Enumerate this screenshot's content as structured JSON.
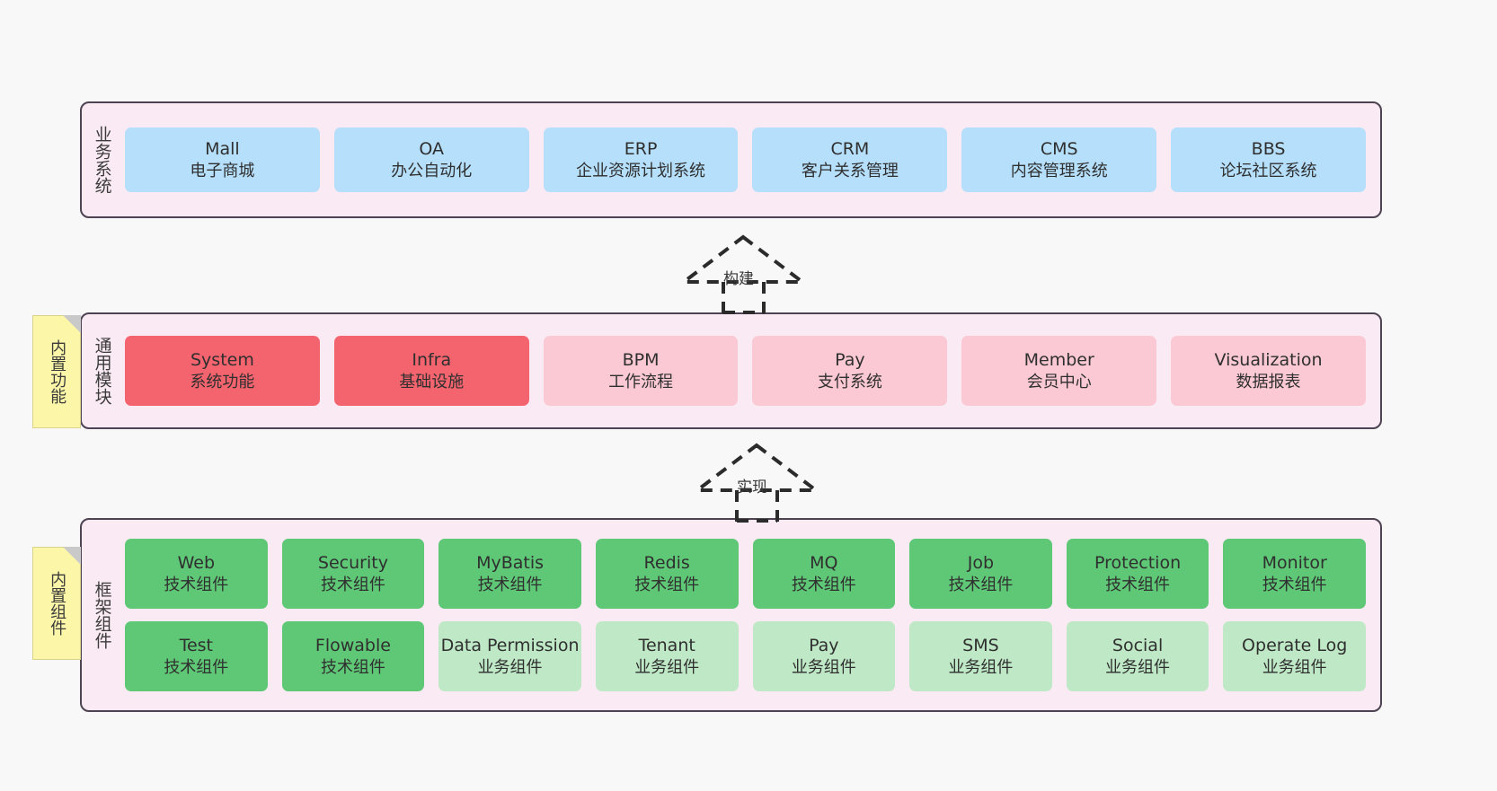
{
  "diagram": {
    "background": "#f8f8f8",
    "panel_fill": "#f9eaf4",
    "panel_border": "#4d4352"
  },
  "notes": [
    {
      "id": "builtin-features",
      "text": "内置功能"
    },
    {
      "id": "builtin-components",
      "text": "内置组件"
    }
  ],
  "connectors": [
    {
      "id": "build",
      "label": "构建",
      "style": "dashed-generalization"
    },
    {
      "id": "implement",
      "label": "实现",
      "style": "dashed-generalization"
    }
  ],
  "layers": [
    {
      "id": "business",
      "title": "业务系统",
      "color": "#b5dffb",
      "rows": [
        [
          {
            "name": "Mall",
            "sub": "电子商城",
            "color": "#b5dffb"
          },
          {
            "name": "OA",
            "sub": "办公自动化",
            "color": "#b5dffb"
          },
          {
            "name": "ERP",
            "sub": "企业资源计划系统",
            "color": "#b5dffb"
          },
          {
            "name": "CRM",
            "sub": "客户关系管理",
            "color": "#b5dffb"
          },
          {
            "name": "CMS",
            "sub": "内容管理系统",
            "color": "#b5dffb"
          },
          {
            "name": "BBS",
            "sub": "论坛社区系统",
            "color": "#b5dffb"
          }
        ]
      ]
    },
    {
      "id": "modules",
      "title": "通用模块",
      "color": "#fbc9d4",
      "rows": [
        [
          {
            "name": "System",
            "sub": "系统功能",
            "color": "#f4646e"
          },
          {
            "name": "Infra",
            "sub": "基础设施",
            "color": "#f4646e"
          },
          {
            "name": "BPM",
            "sub": "工作流程",
            "color": "#fbc9d4"
          },
          {
            "name": "Pay",
            "sub": "支付系统",
            "color": "#fbc9d4"
          },
          {
            "name": "Member",
            "sub": "会员中心",
            "color": "#fbc9d4"
          },
          {
            "name": "Visualization",
            "sub": "数据报表",
            "color": "#fbc9d4"
          }
        ]
      ]
    },
    {
      "id": "framework",
      "title": "框架组件",
      "color": "#5fc877",
      "rows": [
        [
          {
            "name": "Web",
            "sub": "技术组件",
            "color": "#5fc877"
          },
          {
            "name": "Security",
            "sub": "技术组件",
            "color": "#5fc877"
          },
          {
            "name": "MyBatis",
            "sub": "技术组件",
            "color": "#5fc877"
          },
          {
            "name": "Redis",
            "sub": "技术组件",
            "color": "#5fc877"
          },
          {
            "name": "MQ",
            "sub": "技术组件",
            "color": "#5fc877"
          },
          {
            "name": "Job",
            "sub": "技术组件",
            "color": "#5fc877"
          },
          {
            "name": "Protection",
            "sub": "技术组件",
            "color": "#5fc877"
          },
          {
            "name": "Monitor",
            "sub": "技术组件",
            "color": "#5fc877"
          }
        ],
        [
          {
            "name": "Test",
            "sub": "技术组件",
            "color": "#5fc877"
          },
          {
            "name": "Flowable",
            "sub": "技术组件",
            "color": "#5fc877"
          },
          {
            "name": "Data Permission",
            "sub": "业务组件",
            "color": "#bfe9c6"
          },
          {
            "name": "Tenant",
            "sub": "业务组件",
            "color": "#bfe9c6"
          },
          {
            "name": "Pay",
            "sub": "业务组件",
            "color": "#bfe9c6"
          },
          {
            "name": "SMS",
            "sub": "业务组件",
            "color": "#bfe9c6"
          },
          {
            "name": "Social",
            "sub": "业务组件",
            "color": "#bfe9c6"
          },
          {
            "name": "Operate Log",
            "sub": "业务组件",
            "color": "#bfe9c6"
          }
        ]
      ]
    }
  ]
}
